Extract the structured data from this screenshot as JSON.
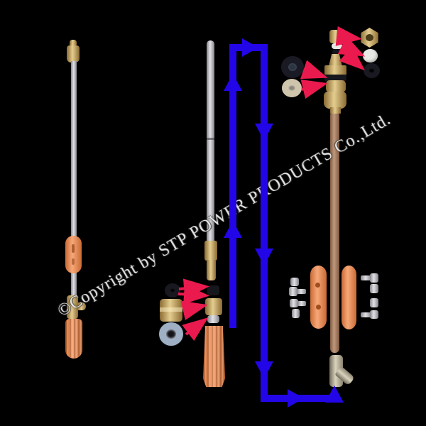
{
  "watermark": {
    "text": "©Copyright by STP POWER PRODUCTS Co.,Ltd."
  },
  "colors": {
    "bg": "#000000",
    "flow-blue": "#2306e8",
    "pointer-red": "#ea1a4e",
    "orange": "#ee8950",
    "orange-light": "#f7a878",
    "orange-dark": "#c96a35",
    "brass": "#c8a562",
    "brass-light": "#e4cd8f",
    "brass-dark": "#8a6a32",
    "silver": "#e2e2e6",
    "silver-dark": "#84848c",
    "chrome": "#9fb0c4",
    "copper": "#c09a7c",
    "copper-dark": "#7e5a42",
    "rubber": "#16161d",
    "white-part": "#e8e8e5"
  },
  "sections": {
    "assembled_lance": {
      "name": "assembled spray lance",
      "parts": [
        "brass nozzle tip",
        "steel lance tube",
        "orange grip",
        "brass shut-off valve",
        "orange fluted handle"
      ]
    },
    "lance_breakdown": {
      "name": "lance tube and nozzle breakdown",
      "parts": [
        "lance tube with brass coupler",
        "rubber o-ring",
        "brass union fitting",
        "chrome lock nut",
        "black seal cap",
        "brass nozzle seat",
        "steel washer",
        "orange nozzle cap"
      ]
    },
    "valve_breakdown": {
      "name": "valve and clamp breakdown",
      "parts": [
        "brass cap nut",
        "white washer",
        "rubber o-ring",
        "brass hex nut",
        "white gasket disc",
        "rubber grommet",
        "brass valve body with seal band",
        "rubber bushing",
        "flanged washer",
        "copper lance tube",
        "orange clamp half left",
        "orange clamp half right",
        "machine screws",
        "hex nuts",
        "metal elbow outlet"
      ]
    }
  },
  "flow": {
    "style": "assembly-order-loop",
    "arrowheads": 8
  }
}
